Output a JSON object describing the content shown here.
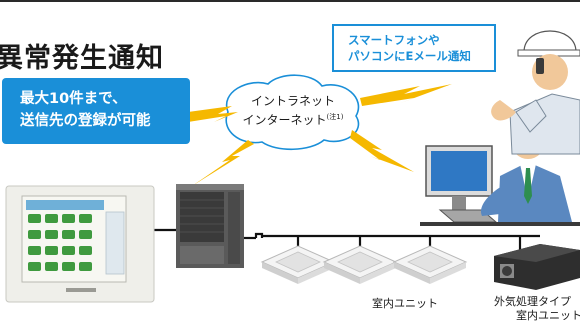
{
  "title": "異常発生通知",
  "callout_left": {
    "line1": "最大10件まで、",
    "line2": "送信先の登録が可能"
  },
  "callout_right": {
    "line1": "スマートフォンや",
    "line2": "パソコンにEメール通知"
  },
  "network": {
    "line1": "イントラネット",
    "line2": "インターネット",
    "note": "(注1)"
  },
  "labels": {
    "indoor_unit": "室内ユニット",
    "outdoor_air_unit_line1": "外気処理タイプ",
    "outdoor_air_unit_line2": "室内ユニット"
  },
  "colors": {
    "accent_blue": "#1a8fd8",
    "lightning_yellow": "#f5b800",
    "wire_black": "#111111"
  }
}
